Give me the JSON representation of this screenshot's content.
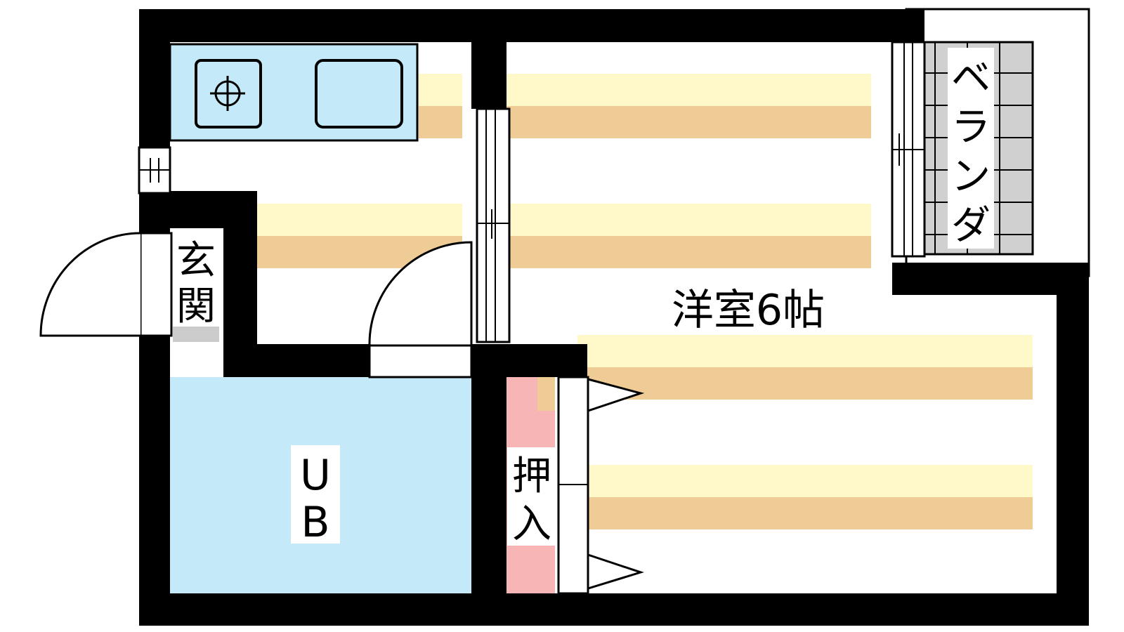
{
  "floorplan": {
    "rooms": {
      "western_room": "洋室6帖",
      "unit_bath": [
        "U",
        "B"
      ],
      "closet": [
        "押",
        "入"
      ],
      "entrance": [
        "玄",
        "関"
      ],
      "veranda": [
        "ベ",
        "ラ",
        "ン",
        "ダ"
      ]
    },
    "colors": {
      "wall": "#000000",
      "floor_stripe_light": "#fff8c8",
      "floor_stripe_dark": "#efcb95",
      "kitchen_bath": "#c4e9f8",
      "closet": "#f7b5b5",
      "veranda_tile": "#d0d0d0",
      "entrance_floor": "#cccccc"
    }
  }
}
